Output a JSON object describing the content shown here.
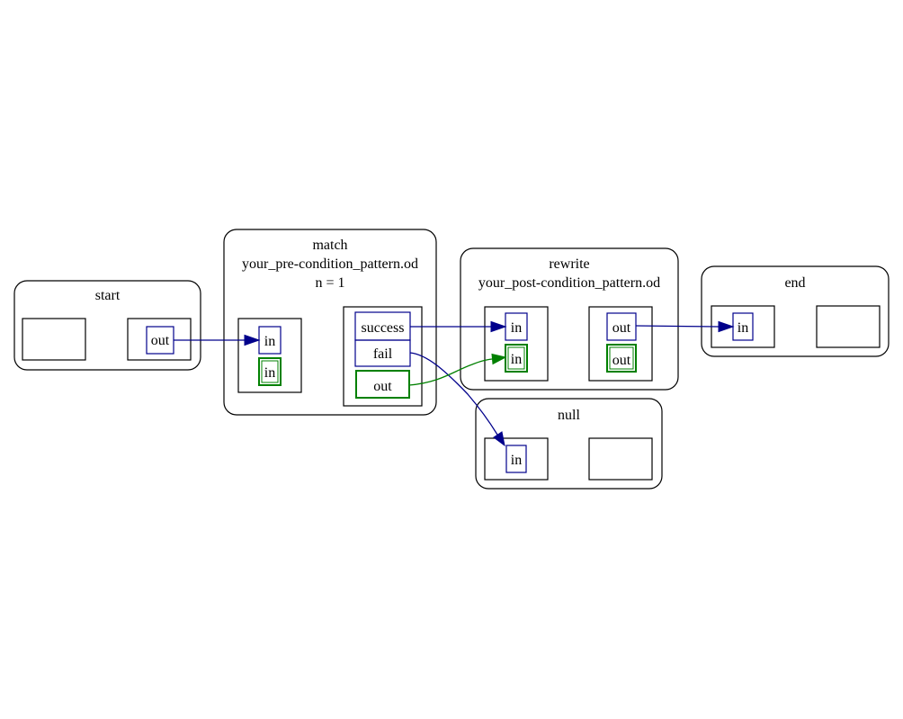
{
  "nodes": {
    "start": {
      "title": "start",
      "out_port": "out"
    },
    "match": {
      "title": "match",
      "pattern": "your_pre-condition_pattern.od",
      "param": "n = 1",
      "in_port": "in",
      "in_data_port": "in",
      "success_port": "success",
      "fail_port": "fail",
      "out_data_port": "out"
    },
    "rewrite": {
      "title": "rewrite",
      "pattern": "your_post-condition_pattern.od",
      "in_port": "in",
      "in_data_port": "in",
      "out_port": "out",
      "out_data_port": "out"
    },
    "end": {
      "title": "end",
      "in_port": "in"
    },
    "null": {
      "title": "null",
      "in_port": "in"
    }
  },
  "colors": {
    "control_flow": "#00008b",
    "data_flow": "#008000",
    "frame": "#000000"
  }
}
